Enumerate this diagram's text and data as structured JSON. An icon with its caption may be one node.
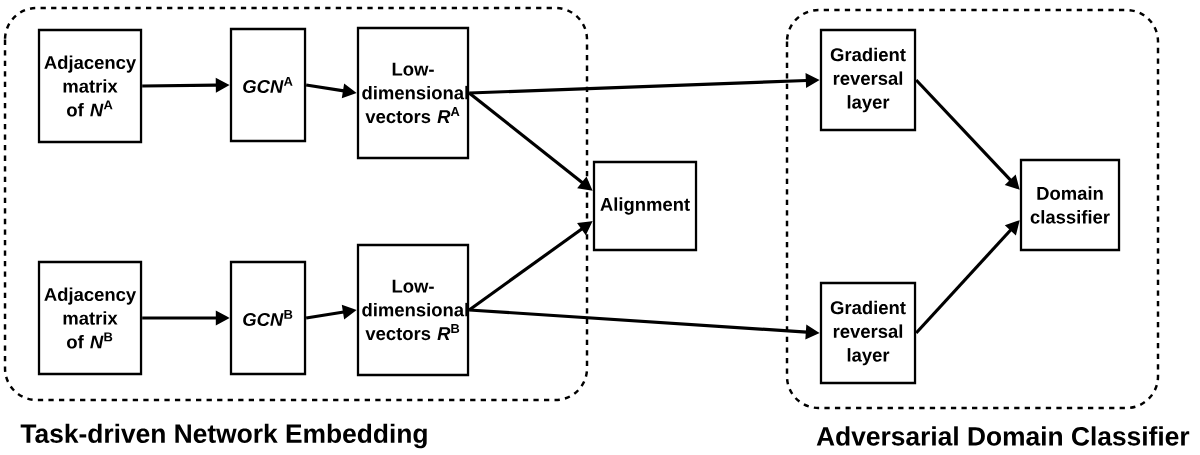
{
  "diagram": {
    "nodes": [
      {
        "text": [
          "Task-driven Network Embedding"
        ]
      },
      {
        "text": [
          "Adjacency matrix of *N*$^{A}$"
        ],
        "in": 0
      },
      {
        "text": [
          "*GCN*$^{A}$"
        ],
        "in": 0
      },
      {
        "text": [
          "Low-dimensional vectors *R*$^{A}$"
        ],
        "in": 0
      },
      {
        "text": [
          "Adjacency matrix of *N*$^{B}$"
        ],
        "in": 0
      },
      {
        "text": [
          "*GCN*$^{B}$"
        ],
        "in": 0
      },
      {
        "text": [
          "Low-dimensional vectors *R*$^{B}$"
        ],
        "in": 0
      },
      {
        "text": [
          "Alignment"
        ]
      },
      {
        "text": [
          "Adversarial Domain Classifier"
        ]
      },
      {
        "text": [
          "Gradient reversal layer"
        ],
        "in": 8
      },
      {
        "text": [
          "Gradient reversal layer"
        ],
        "in": 8
      },
      {
        "text": [
          "Domain classifier"
        ],
        "in": 8
      }
    ],
    "edges": [
      {
        "from": 1,
        "to": 2,
        "arrow": "to"
      },
      {
        "from": 2,
        "to": 3,
        "arrow": "to"
      },
      {
        "from": 3,
        "to": 9,
        "arrow": "to"
      },
      {
        "from": 3,
        "to": 7,
        "arrow": "to"
      },
      {
        "from": 4,
        "to": 5,
        "arrow": "to"
      },
      {
        "from": 5,
        "to": 6,
        "arrow": "to"
      },
      {
        "from": 6,
        "to": 10,
        "arrow": "to"
      },
      {
        "from": 6,
        "to": 7,
        "arrow": "to"
      },
      {
        "from": 9,
        "to": 11,
        "arrow": "to"
      },
      {
        "from": 10,
        "to": 11,
        "arrow": "to"
      }
    ]
  }
}
